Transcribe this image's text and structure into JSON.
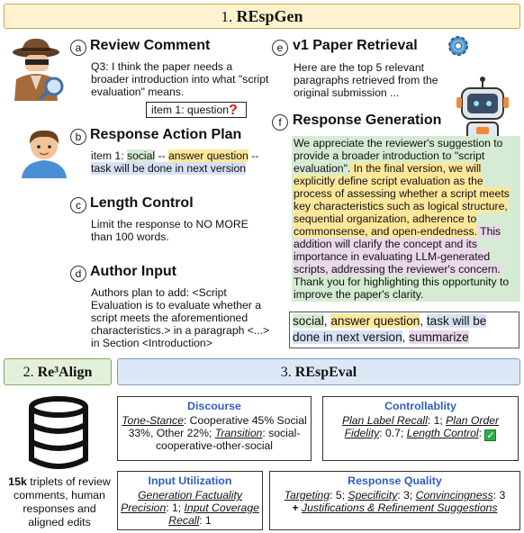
{
  "banner_top": {
    "number": "1.",
    "name": "REspGen"
  },
  "steps": {
    "a": {
      "letter": "a",
      "title": "Review Comment",
      "text": "Q3: I think the paper needs a broader introduction into what \"script evaluation\" means.",
      "item_box": "item 1: question"
    },
    "b": {
      "letter": "b",
      "title": "Response Action Plan",
      "prefix": "item 1: ",
      "label_social": "social",
      "sep1": " -- ",
      "label_answer": "answer question",
      "sep2": " -- ",
      "label_task": "task will be done in next version"
    },
    "c": {
      "letter": "c",
      "title": "Length Control",
      "text": "Limit the response to NO MORE than 100 words."
    },
    "d": {
      "letter": "d",
      "title": "Author Input",
      "text": "Authors plan to add: <Script Evaluation is to evaluate whether a script meets the aforementioned characteristics.> in a paragraph <...> in Section <Introduction>"
    },
    "e": {
      "letter": "e",
      "title": "v1 Paper Retrieval",
      "text": "Here are the top 5 relevant paragraphs retrieved from the original submission ..."
    },
    "f": {
      "letter": "f",
      "title": "Response Generation",
      "seg1": "We appreciate the reviewer's suggestion to provide a broader introduction to \"script evaluation\".",
      "seg2": " In the final version, we will explicitly define script evaluation as the process of assessing whether a script meets key characteristics such as logical structure, sequential organization, adherence to commonsense, and open-endedness.",
      "seg3": " This addition will clarify the concept and its importance in evaluating LLM-generated scripts, addressing the reviewer's concern.",
      "seg4": " Thank you for highlighting this opportunity to improve the paper's clarity."
    }
  },
  "summary": {
    "social": "social",
    "c1": ", ",
    "answer": "answer question",
    "c2": ", ",
    "task": "task will be done in next version",
    "c3": ", ",
    "summarize": "summarize"
  },
  "banner2": {
    "number": "2.",
    "name": "Re³Align"
  },
  "banner3": {
    "number": "3.",
    "name": "REspEval"
  },
  "triplets": {
    "count": "15k",
    "text": " triplets of review comments, human responses and aligned edits"
  },
  "eval": {
    "discourse": {
      "title": "Discourse",
      "k1": "Tone-Stance",
      "v1": ": Cooperative 45% Social 33%, Other 22%; ",
      "k2": "Transition",
      "v2": ": social-cooperative-other-social"
    },
    "controllability": {
      "title": "Controllablity",
      "k1": "Plan Label Recall",
      "v1": ": 1; ",
      "k2": "Plan Order Fidelity",
      "v2": ": 0.7; ",
      "k3": "Length Control",
      "v3": ": ",
      "check": "✓"
    },
    "input_utilization": {
      "title": "Input Utilization",
      "k1": "Generation Factuality Precision",
      "v1": ": 1; ",
      "k2": "Input Coverage Recall",
      "v2": ": 1"
    },
    "response_quality": {
      "title": "Response Quality",
      "k1": "Targeting",
      "v1": ": 5; ",
      "k2": "Specificity",
      "v2": ": 3; ",
      "k3": "Convincingness",
      "v3": ": 3",
      "plus": "+ ",
      "k4": "Justifications & Refinement Suggestions"
    }
  },
  "colors": {
    "top_banner": "#fff3cf",
    "realign_banner": "#e3f0dc",
    "respeval_banner": "#dde8f7",
    "eval_title": "#2f5ec4",
    "hl_green": "#d6ebd3",
    "hl_yellow": "#fde79a",
    "hl_blue": "#d6e2f3",
    "hl_pink": "#ead9ea"
  },
  "icons": [
    "detective-icon",
    "person-icon",
    "gear-icon",
    "robot-icon",
    "database-icon",
    "question-mark-icon",
    "check-icon"
  ]
}
